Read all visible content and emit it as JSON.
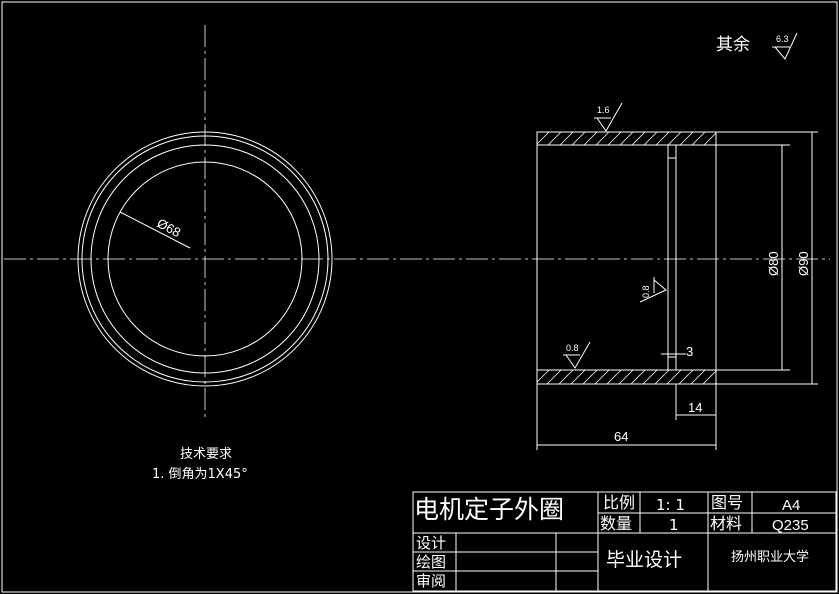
{
  "finish_note": {
    "label": "其余",
    "roughness": "6.3"
  },
  "roughness_marks": {
    "top": "1.6",
    "bore": "0.8",
    "bottom": "0.8"
  },
  "dimensions": {
    "inner_diameter_circle": "Ø68",
    "inner_diameter": "Ø80",
    "outer_diameter": "Ø90",
    "chamfer": "3",
    "step_length": "14",
    "total_length": "64"
  },
  "tech_requirements": {
    "title": "技术要求",
    "item1": "1.  倒角为1X45°"
  },
  "title_block": {
    "part_name": "电机定子外圈",
    "scale_label": "比例",
    "scale_value": "1: 1",
    "drawing_no_label": "图号",
    "drawing_no_value": "A4",
    "qty_label": "数量",
    "qty_value": "1",
    "material_label": "材料",
    "material_value": "Q235",
    "design_label": "设计",
    "draw_label": "绘图",
    "review_label": "审阅",
    "project": "毕业设计",
    "school": "扬州职业大学"
  }
}
